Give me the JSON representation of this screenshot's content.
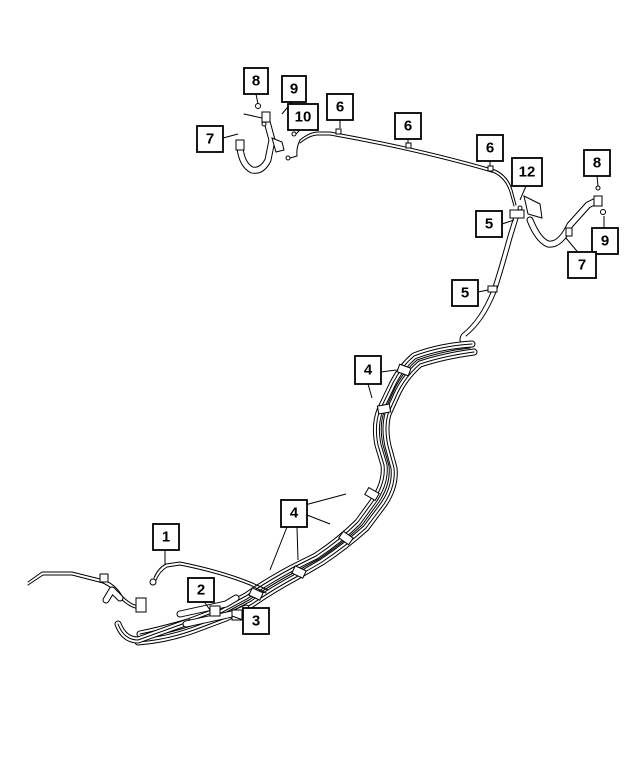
{
  "diagram": {
    "callouts": [
      {
        "id": "c8a",
        "label": "8"
      },
      {
        "id": "c9a",
        "label": "9"
      },
      {
        "id": "c7a",
        "label": "7"
      },
      {
        "id": "c10",
        "label": "10"
      },
      {
        "id": "c6a",
        "label": "6"
      },
      {
        "id": "c6b",
        "label": "6"
      },
      {
        "id": "c6c",
        "label": "6"
      },
      {
        "id": "c12",
        "label": "12"
      },
      {
        "id": "c5a",
        "label": "5"
      },
      {
        "id": "c8b",
        "label": "8"
      },
      {
        "id": "c9b",
        "label": "9"
      },
      {
        "id": "c7b",
        "label": "7"
      },
      {
        "id": "c5b",
        "label": "5"
      },
      {
        "id": "c4a",
        "label": "4"
      },
      {
        "id": "c4b",
        "label": "4"
      },
      {
        "id": "c1",
        "label": "1"
      },
      {
        "id": "c2",
        "label": "2"
      },
      {
        "id": "c3",
        "label": "3"
      }
    ]
  }
}
